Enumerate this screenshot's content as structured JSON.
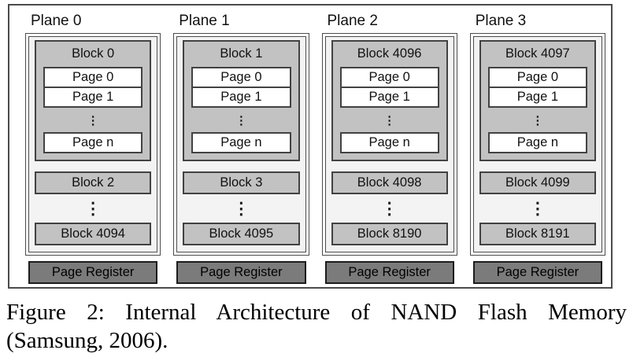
{
  "figure": {
    "planes": [
      {
        "label": "Plane 0",
        "block_title": "Block 0",
        "pages": [
          "Page 0",
          "Page 1"
        ],
        "page_n": "Page n",
        "mid_block": "Block 2",
        "last_block": "Block 4094",
        "register": "Page Register"
      },
      {
        "label": "Plane 1",
        "block_title": "Block 1",
        "pages": [
          "Page 0",
          "Page 1"
        ],
        "page_n": "Page n",
        "mid_block": "Block 3",
        "last_block": "Block 4095",
        "register": "Page Register"
      },
      {
        "label": "Plane 2",
        "block_title": "Block 4096",
        "pages": [
          "Page 0",
          "Page 1"
        ],
        "page_n": "Page n",
        "mid_block": "Block 4098",
        "last_block": "Block 8190",
        "register": "Page Register"
      },
      {
        "label": "Plane 3",
        "block_title": "Block 4097",
        "pages": [
          "Page 0",
          "Page 1"
        ],
        "page_n": "Page n",
        "mid_block": "Block 4099",
        "last_block": "Block 8191",
        "register": "Page Register"
      }
    ],
    "icons": {
      "vertical_ellipsis": "⋮"
    },
    "caption": {
      "line1": "Figure 2: Internal Architecture of NAND Flash Memory",
      "line2": "(Samsung, 2006)."
    },
    "colors": {
      "border": "#4b4b4b",
      "panel_fill": "#f3f3f3",
      "block_fill": "#c2c2c2",
      "register_fill": "#7b7b7b"
    }
  }
}
